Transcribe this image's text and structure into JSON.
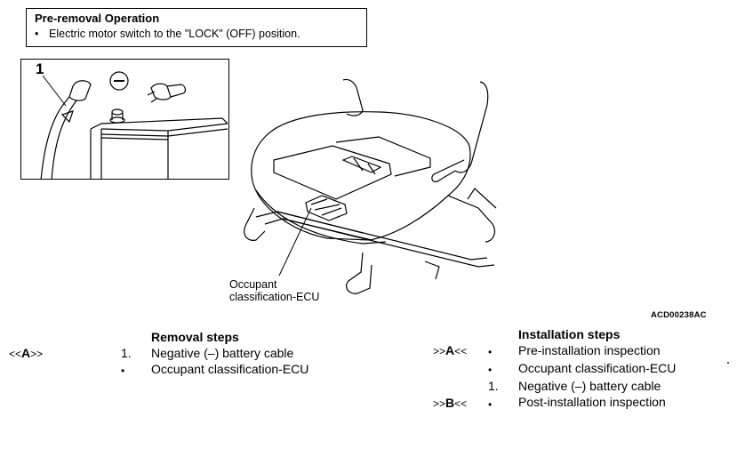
{
  "pre_removal": {
    "title": "Pre-removal Operation",
    "bullet": "•",
    "item": "Electric motor switch to the \"LOCK\" (OFF) position."
  },
  "figure": {
    "battery_callout": "1",
    "ecu_label_line1": "Occupant",
    "ecu_label_line2": "classification-ECU",
    "code": "ACD00238AC"
  },
  "removal": {
    "title": "Removal steps",
    "ref_a_prefix": "<<",
    "ref_a_letter": "A",
    "ref_a_suffix": ">>",
    "steps": [
      {
        "marker": "1.",
        "label": "Negative (–) battery cable"
      },
      {
        "marker": "•",
        "label": "Occupant classification-ECU"
      }
    ]
  },
  "installation": {
    "title": "Installation steps",
    "ref_a_prefix": ">>",
    "ref_a_letter": "A",
    "ref_a_suffix": "<<",
    "ref_b_prefix": ">>",
    "ref_b_letter": "B",
    "ref_b_suffix": "<<",
    "steps": [
      {
        "marker": "•",
        "label": "Pre-installation inspection"
      },
      {
        "marker": "•",
        "label": "Occupant classification-ECU"
      },
      {
        "marker": "1.",
        "label": "Negative (–) battery cable"
      },
      {
        "marker": "•",
        "label": "Post-installation inspection"
      }
    ]
  }
}
